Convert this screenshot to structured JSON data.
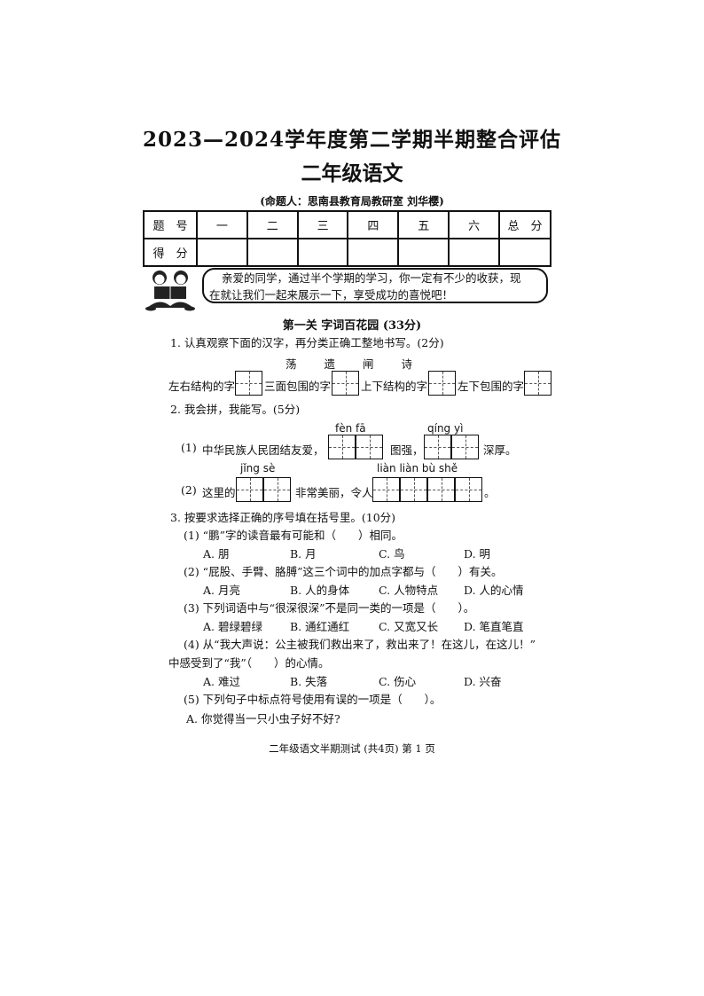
{
  "header": {
    "title": "2023—2024学年度第二学期半期整合评估",
    "subtitle": "二年级语文",
    "author": "(命题人：思南县教育局教研室  刘华樱)"
  },
  "score_table": {
    "row1": [
      "题　号",
      "一",
      "二",
      "三",
      "四",
      "五",
      "六",
      "总　分"
    ],
    "row2_label": "得　分"
  },
  "greeting": {
    "line1": "亲爱的同学，通过半个学期的学习，你一定有不少的收获，现",
    "line2": "在就让我们一起来展示一下，享受成功的喜悦吧！"
  },
  "section1": {
    "title": "第一关  字词百花园  (33分)"
  },
  "q1": {
    "stem": "1. 认真观察下面的汉字，再分类正确工整地书写。(2分)",
    "chars": "荡　　遗　　闸　　诗",
    "labels": [
      "左右结构的字",
      "三面包围的字",
      "上下结构的字",
      "左下包围的字"
    ]
  },
  "q2": {
    "stem": "2. 我会拼，我能写。(5分)",
    "line1": {
      "num": "(1)",
      "before": "中华民族人民团结友爱，",
      "pinyin1": "fèn  fā",
      "mid": "图强，",
      "pinyin2": "qíng  yì",
      "after": "深厚。"
    },
    "line2": {
      "num": "(2)",
      "before": "这里的",
      "pinyin1": "jǐng  sè",
      "mid": "非常美丽，令人",
      "pinyin2": "liàn  liàn  bù  shě",
      "after": "。"
    }
  },
  "q3": {
    "stem": "3. 按要求选择正确的序号填在括号里。(10分)",
    "items": [
      {
        "text": "(1) “鹏”字的读音最有可能和（　　）相同。",
        "options": [
          "A. 朋",
          "B. 月",
          "C. 鸟",
          "D. 明"
        ]
      },
      {
        "text": "(2) “屁股、手臂、胳膊”这三个词中的加点字都与（　　）有关。",
        "options": [
          "A. 月亮",
          "B. 人的身体",
          "C. 人物特点",
          "D. 人的心情"
        ]
      },
      {
        "text": "(3) 下列词语中与“很深很深”不是同一类的一项是（　　）。",
        "options": [
          "A. 碧绿碧绿",
          "B. 通红通红",
          "C. 又宽又长",
          "D. 笔直笔直"
        ]
      },
      {
        "text": "(4) 从“我大声说：公主被我们救出来了，救出来了！在这儿，在这儿！”",
        "text2": "中感受到了“我”（　　）的心情。",
        "options": [
          "A. 难过",
          "B. 失落",
          "C. 伤心",
          "D. 兴奋"
        ]
      },
      {
        "text": "(5) 下列句子中标点符号使用有误的一项是（　　）。",
        "options": [
          "A. 你觉得当一只小虫子好不好?"
        ]
      }
    ]
  },
  "footer": "二年级语文半期测试 (共4页) 第 1 页"
}
